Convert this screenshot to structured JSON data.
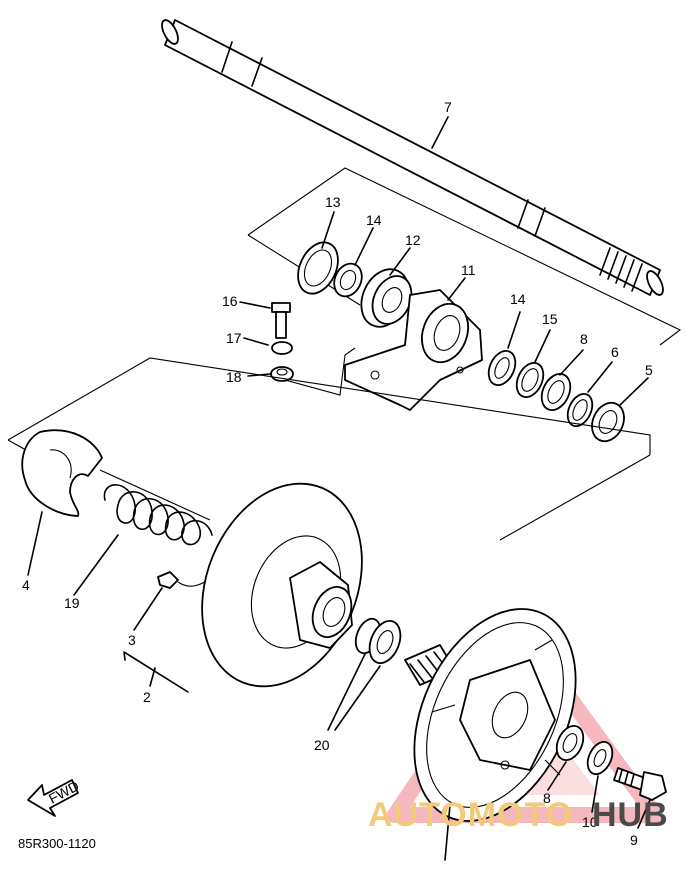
{
  "diagram_code": "85R300-1120",
  "direction_label": "FWD",
  "watermark": {
    "part1": "AUTOMOTO",
    "part2": "HUB",
    "accent": "#f0a0a8",
    "text_color": "#f5c97a",
    "text_color2": "#4a4a4a"
  },
  "callouts": {
    "p2": "2",
    "p3": "3",
    "p4": "4",
    "p5": "5",
    "p6a": "6",
    "p7": "7",
    "p8a": "8",
    "p8b": "8",
    "p9": "9",
    "p10": "10",
    "p11": "11",
    "p12": "12",
    "p13": "13",
    "p14a": "14",
    "p14b": "14",
    "p15": "15",
    "p16": "16",
    "p17": "17",
    "p18": "18",
    "p19": "19",
    "p20": "20"
  }
}
